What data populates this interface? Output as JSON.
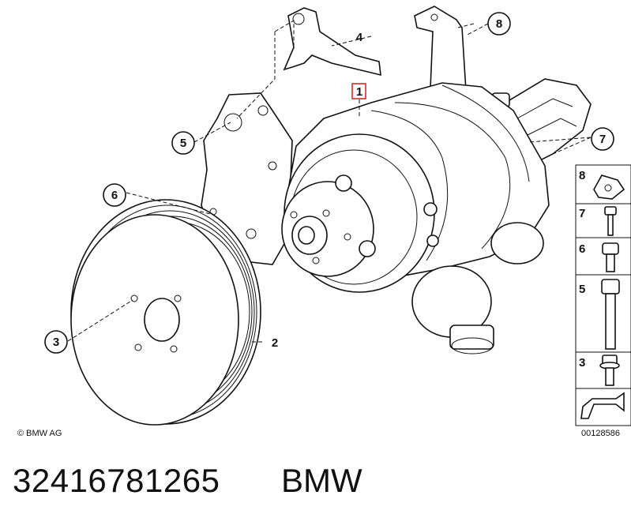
{
  "callouts": {
    "c1": "1",
    "c2": "2",
    "c3": "3",
    "c4": "4",
    "c5": "5",
    "c6": "6",
    "c7": "7",
    "c8": "8"
  },
  "sidebar": {
    "s8": "8",
    "s7": "7",
    "s6": "6",
    "s5": "5",
    "s3": "3"
  },
  "copyright": "© BMW AG",
  "diagram_id": "00128586",
  "footer": {
    "part_number": "32416781265",
    "brand": "BMW"
  },
  "colors": {
    "highlight": "#d62b2b",
    "ink": "#111111"
  }
}
